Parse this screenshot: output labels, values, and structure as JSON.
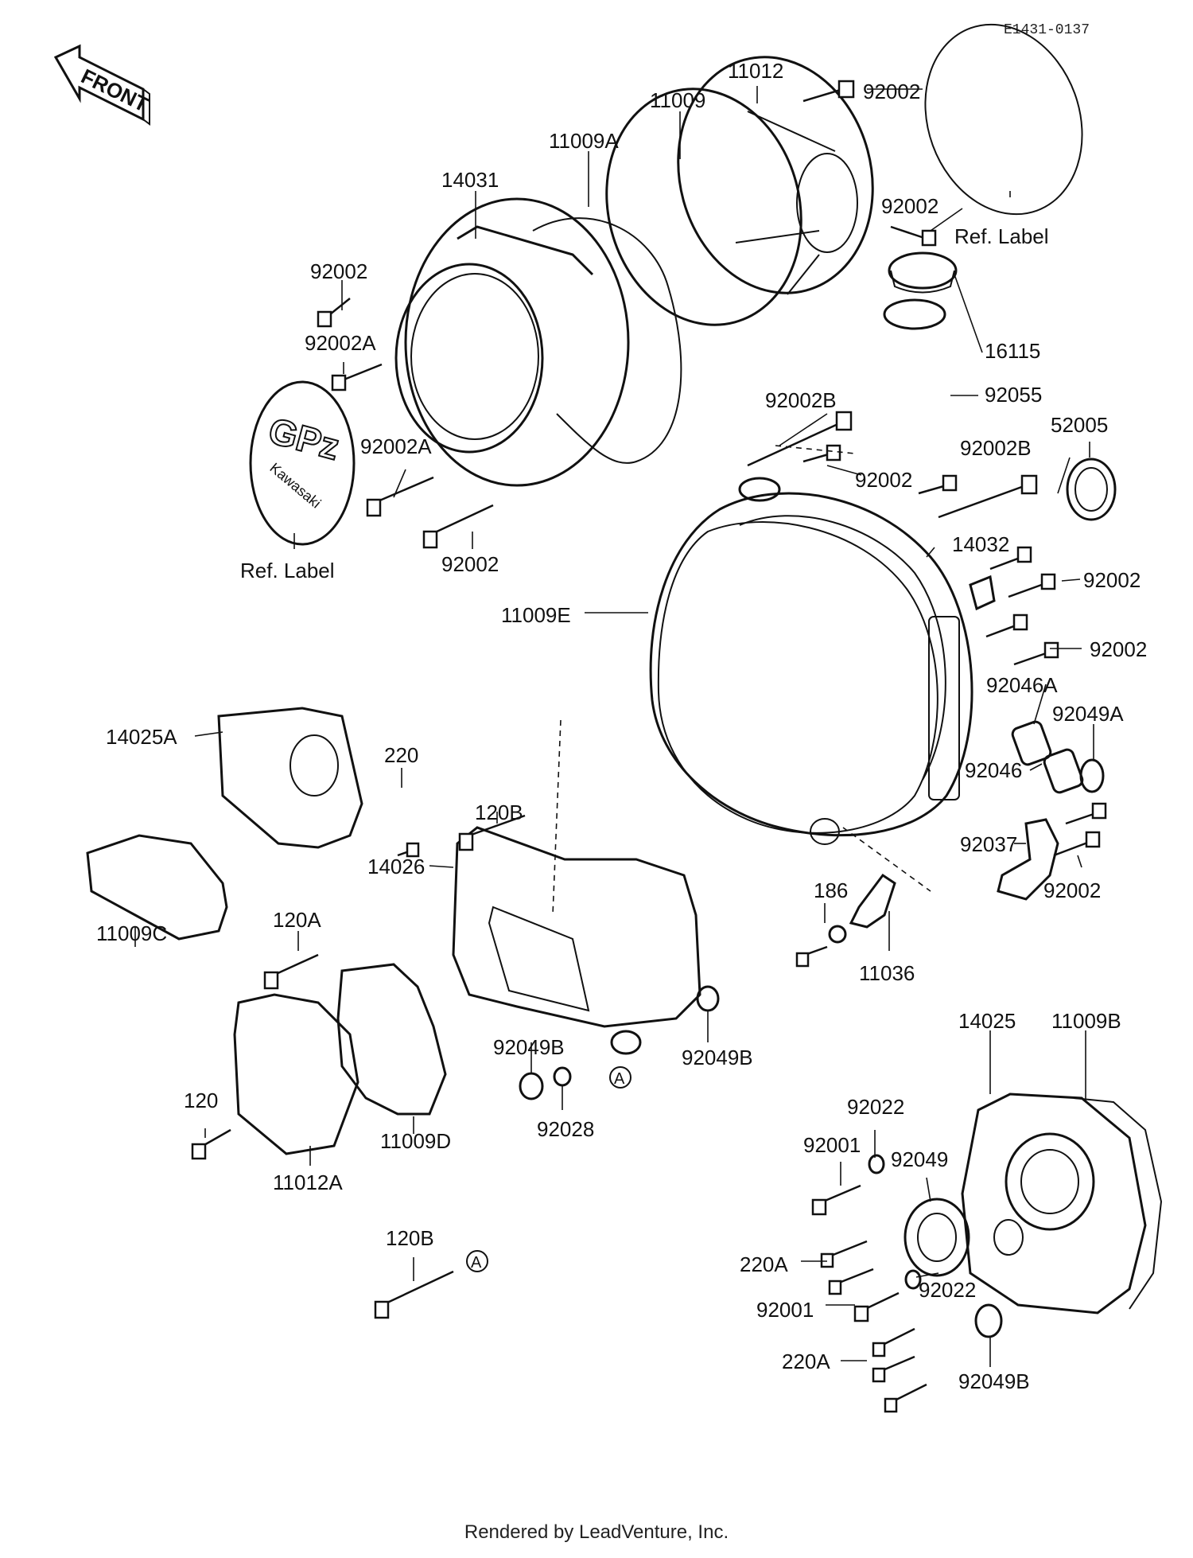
{
  "diagram_code": "E1431-0137",
  "front_label": "FRONT",
  "logo_gpz": "GPz",
  "logo_kawasaki": "Kawasaki",
  "callout_ref_a": "A",
  "footer": "Rendered by LeadVenture, Inc.",
  "labels": [
    {
      "id": "l0",
      "text": "11012"
    },
    {
      "id": "l1",
      "text": "92002"
    },
    {
      "id": "l2",
      "text": "11009"
    },
    {
      "id": "l3",
      "text": "11009A"
    },
    {
      "id": "l4",
      "text": "14031"
    },
    {
      "id": "l5",
      "text": "92002"
    },
    {
      "id": "l6",
      "text": "Ref. Label"
    },
    {
      "id": "l7",
      "text": "92002"
    },
    {
      "id": "l8",
      "text": "92002A"
    },
    {
      "id": "l9",
      "text": "16115"
    },
    {
      "id": "l10",
      "text": "92055"
    },
    {
      "id": "l11",
      "text": "92002B"
    },
    {
      "id": "l12",
      "text": "92002A"
    },
    {
      "id": "l13",
      "text": "52005"
    },
    {
      "id": "l14",
      "text": "92002"
    },
    {
      "id": "l15",
      "text": "92002B"
    },
    {
      "id": "l16",
      "text": "Ref. Label"
    },
    {
      "id": "l17",
      "text": "92002"
    },
    {
      "id": "l18",
      "text": "14032"
    },
    {
      "id": "l19",
      "text": "92002"
    },
    {
      "id": "l20",
      "text": "11009E"
    },
    {
      "id": "l21",
      "text": "92002"
    },
    {
      "id": "l22",
      "text": "92046A"
    },
    {
      "id": "l23",
      "text": "14025A"
    },
    {
      "id": "l24",
      "text": "92049A"
    },
    {
      "id": "l25",
      "text": "220"
    },
    {
      "id": "l26",
      "text": "92046"
    },
    {
      "id": "l27",
      "text": "120B"
    },
    {
      "id": "l28",
      "text": "92037"
    },
    {
      "id": "l29",
      "text": "14026"
    },
    {
      "id": "l30",
      "text": "92002"
    },
    {
      "id": "l31",
      "text": "186"
    },
    {
      "id": "l32",
      "text": "11009C"
    },
    {
      "id": "l33",
      "text": "120A"
    },
    {
      "id": "l34",
      "text": "11036"
    },
    {
      "id": "l35",
      "text": "14025"
    },
    {
      "id": "l36",
      "text": "11009B"
    },
    {
      "id": "l37",
      "text": "92049B"
    },
    {
      "id": "l38",
      "text": "92049B"
    },
    {
      "id": "l39",
      "text": "120"
    },
    {
      "id": "l40",
      "text": "92028"
    },
    {
      "id": "l41",
      "text": "92022"
    },
    {
      "id": "l42",
      "text": "11009D"
    },
    {
      "id": "l43",
      "text": "92001"
    },
    {
      "id": "l44",
      "text": "92049"
    },
    {
      "id": "l45",
      "text": "11012A"
    },
    {
      "id": "l46",
      "text": "120B"
    },
    {
      "id": "l47",
      "text": "220A"
    },
    {
      "id": "l48",
      "text": "92022"
    },
    {
      "id": "l49",
      "text": "92001"
    },
    {
      "id": "l50",
      "text": "220A"
    },
    {
      "id": "l51",
      "text": "92049B"
    }
  ]
}
